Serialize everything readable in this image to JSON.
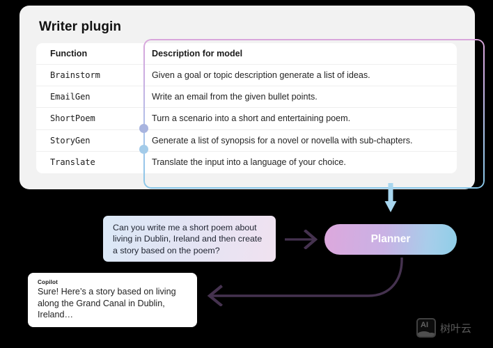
{
  "card": {
    "title": "Writer plugin",
    "table": {
      "headers": [
        "Function",
        "Description for model"
      ],
      "rows": [
        {
          "function": "Brainstorm",
          "description": "Given a goal or topic description generate a list of ideas."
        },
        {
          "function": "EmailGen",
          "description": "Write an email from the given bullet points."
        },
        {
          "function": "ShortPoem",
          "description": "Turn a scenario into a short and entertaining poem."
        },
        {
          "function": "StoryGen",
          "description": "Generate a list of synopsis for a novel or novella with sub-chapters."
        },
        {
          "function": "Translate",
          "description": "Translate the input into a language of your choice."
        }
      ]
    }
  },
  "flow": {
    "prompt": "Can you write me a short poem about living in Dublin, Ireland and then create a story based on the poem?",
    "planner_label": "Planner",
    "response": {
      "author": "Copilot",
      "text": "Sure! Here’s a story based on living along the Grand Canal in Dublin, Ireland…"
    }
  },
  "watermark": {
    "badge": "AI",
    "text": "树叶云"
  },
  "colors": {
    "highlight_top": "#d9a6db",
    "highlight_bottom": "#88c6e8",
    "arrow_purple": "#45324f",
    "arrow_blue": "#a8d6ef",
    "card_bg": "#f2f2f2"
  }
}
